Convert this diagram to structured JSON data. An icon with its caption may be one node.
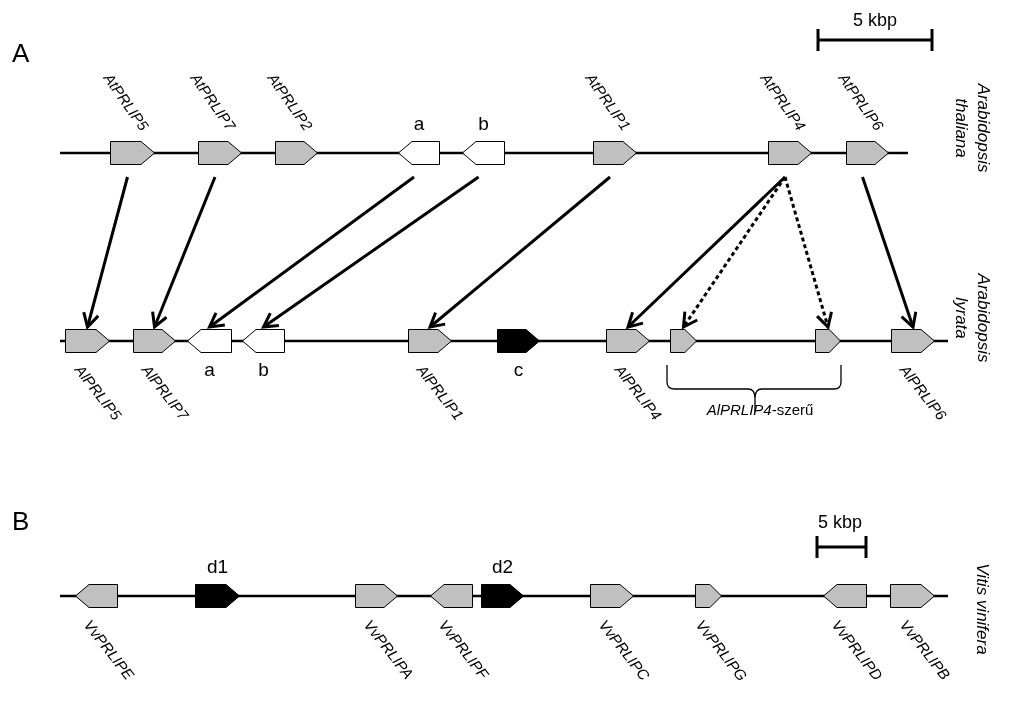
{
  "diagram": {
    "nodes": [
      {
        "text": [
          "AtPRLIP5"
        ]
      },
      {
        "text": [
          "AtPRLIP7"
        ]
      },
      {
        "text": [
          "AtPRLIP2"
        ]
      },
      {
        "text": [
          "a"
        ]
      },
      {
        "text": [
          "b"
        ]
      },
      {
        "text": [
          "AtPRLIP1"
        ]
      },
      {
        "text": [
          "AtPRLIP4"
        ]
      },
      {
        "text": [
          "AtPRLIP6"
        ]
      },
      {
        "text": [
          "AlPRLIP5"
        ]
      },
      {
        "text": [
          "AlPRLIP7"
        ]
      },
      {
        "text": [
          "a"
        ]
      },
      {
        "text": [
          "b"
        ]
      },
      {
        "text": [
          "AlPRLIP1"
        ]
      },
      {
        "text": [
          "c"
        ]
      },
      {
        "text": [
          "AlPRLIP4"
        ]
      },
      {
        "text": [],
        "shape": "box"
      },
      {
        "text": [],
        "shape": "box"
      },
      {
        "text": [
          "AlPRLIP6"
        ]
      },
      {
        "text": [
          "VvPRLIPE"
        ]
      },
      {
        "text": [
          "d1"
        ]
      },
      {
        "text": [
          "VvPRLIPA"
        ]
      },
      {
        "text": [
          "VvPRLIPF"
        ]
      },
      {
        "text": [
          "d2"
        ]
      },
      {
        "text": [
          "VvPRLIPC"
        ]
      },
      {
        "text": [
          "VvPRLIPG"
        ]
      },
      {
        "text": [
          "VvPRLIPD"
        ]
      },
      {
        "text": [
          "VvPRLIPB"
        ]
      }
    ],
    "edges": [
      {
        "from": 0,
        "to": 8,
        "arrow": "to"
      },
      {
        "from": 1,
        "to": 9,
        "arrow": "to"
      },
      {
        "from": 3,
        "to": 10,
        "arrow": "to"
      },
      {
        "from": 4,
        "to": 11,
        "arrow": "to"
      },
      {
        "from": 5,
        "to": 12,
        "arrow": "to"
      },
      {
        "from": 6,
        "to": 14,
        "arrow": "to"
      },
      {
        "from": 6,
        "to": 15,
        "arrow": "to",
        "style": "dashed"
      },
      {
        "from": 6,
        "to": 16,
        "arrow": "to",
        "style": "dashed"
      },
      {
        "from": 7,
        "to": 17,
        "arrow": "to"
      }
    ],
    "labels": [
      "A",
      "5 kbp",
      "Arabidopsis thaliana",
      "Arabidopsis lyrata",
      "*AlPRLIP4*-szerű",
      "B",
      "5 kbp",
      "Vitis vinifera"
    ]
  }
}
